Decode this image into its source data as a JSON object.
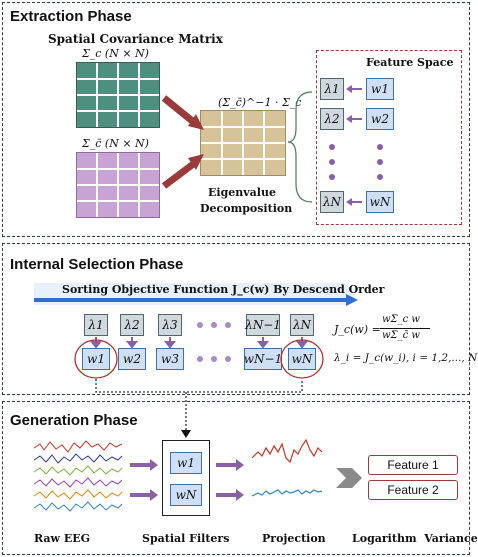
{
  "extraction": {
    "title": "Extraction Phase",
    "matrix_title": "Spatial Covariance Matrix",
    "sigma_c": "Σ_c (N × N)",
    "sigma_c_bar": "Σ_c̄ (N × N)",
    "formula": "(Σ_c̄)^−1 · Σ_c",
    "eig_label_1": "Eigenvalue",
    "eig_label_2": "Decomposition",
    "feature_space": "Feature Space",
    "pairs": [
      {
        "lam": "λ1",
        "w": "w1"
      },
      {
        "lam": "λ2",
        "w": "w2"
      },
      {
        "lam": "λN",
        "w": "wN"
      }
    ],
    "colors": {
      "matrix_top": "#4f8f7f",
      "matrix_bottom": "#c8a4d6",
      "product": "#d6c39a",
      "arrow": "#9b3a3a"
    }
  },
  "selection": {
    "title": "Internal Selection Phase",
    "banner": "Sorting Objective Function J_c(w) By Descend Order",
    "lambdas": [
      "λ1",
      "λ2",
      "λ3",
      "λN−1",
      "λN"
    ],
    "ws": [
      "w1",
      "w2",
      "w3",
      "wN−1",
      "wN"
    ],
    "eq1_left": "J_c(w) =",
    "eq1_num": "wΣ_c w",
    "eq1_den": "wΣ_c̄ w",
    "eq2": "λ_i = J_c(w_i), i = 1,2,..., N"
  },
  "generation": {
    "title": "Generation Phase",
    "filter_top": "w1",
    "filter_bottom": "wN",
    "features": [
      "Feature 1",
      "Feature 2"
    ],
    "labels": [
      "Raw EEG",
      "Spatial Filters",
      "Projection",
      "Logarithm  Variance"
    ]
  }
}
